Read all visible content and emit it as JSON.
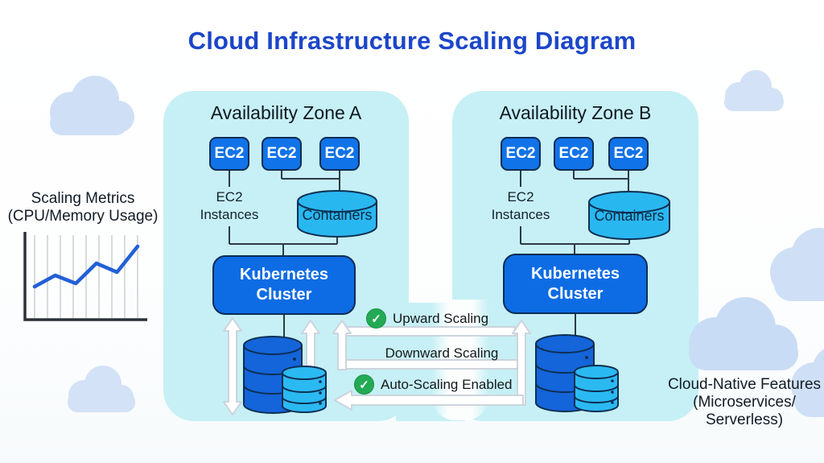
{
  "title": "Cloud Infrastructure Scaling Diagram",
  "left_metrics": {
    "line1": "Scaling Metrics",
    "line2": "(CPU/Memory Usage)"
  },
  "chart_data": {
    "type": "line",
    "title": "Scaling Metrics (CPU/Memory Usage)",
    "x": [
      1,
      2,
      3,
      4,
      5,
      6
    ],
    "values": [
      38,
      52,
      42,
      67,
      56,
      88
    ],
    "xlabel": "",
    "ylabel": "",
    "ylim": [
      0,
      100
    ],
    "grid": "vertical-gridlines-only",
    "legend": "none",
    "line_color": "#2260d8"
  },
  "zones": [
    {
      "title": "Availability Zone A",
      "ec2": [
        "EC2",
        "EC2",
        "EC2"
      ],
      "instances_line1": "EC2",
      "instances_line2": "Instances",
      "containers": "Containers",
      "cluster_line1": "Kubernetes",
      "cluster_line2": "Cluster"
    },
    {
      "title": "Availability Zone B",
      "ec2": [
        "EC2",
        "EC2",
        "EC2"
      ],
      "instances_line1": "EC2",
      "instances_line2": "Instances",
      "containers": "Containers",
      "cluster_line1": "Kubernetes",
      "cluster_line2": "Cluster"
    }
  ],
  "scaling": {
    "upward": "Upward Scaling",
    "downward": "Downward Scaling",
    "auto": "Auto-Scaling Enabled",
    "check_glyph": "✓",
    "check_icon": "check-circle-icon"
  },
  "right_note": {
    "line1": "Cloud-Native Features",
    "line2": "(Microservices/",
    "line3": "Serverless)"
  },
  "colors": {
    "title_blue": "#1c46c9",
    "panel_cyan": "#c6f0f5",
    "ec2_blue": "#1173e8",
    "kubernetes_blue": "#0d6ce4",
    "containers_cyan": "#29b7f0",
    "database_dark_blue": "#1464da",
    "database_light_blue": "#2bb9f2",
    "outline_navy": "#0d2f52",
    "check_green": "#23aa55",
    "metric_line_blue": "#2260d8",
    "cloud_blue": "#cfe0f6",
    "arrow_white": "#ffffff"
  }
}
